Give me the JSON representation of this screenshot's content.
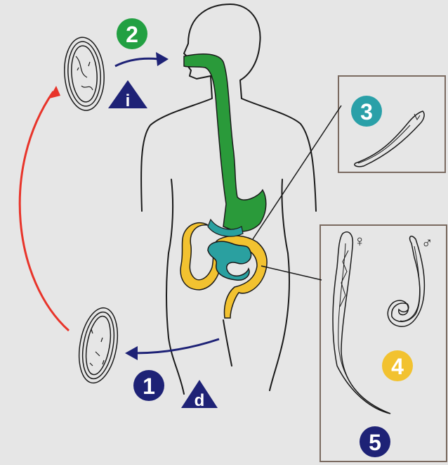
{
  "colors": {
    "background": "#e6e6e6",
    "outline": "#1a1a1a",
    "stomach_green": "#2a9a3a",
    "small_intestine_teal": "#2aa0a0",
    "colon_yellow": "#f2c230",
    "egg_arrow_red": "#e8342a",
    "path_navy": "#1e2276",
    "panel_border": "#7a6a60"
  },
  "stages": {
    "s1": "1",
    "s2": "2",
    "s3": "3",
    "s4": "4",
    "s5": "5"
  },
  "badge_colors": {
    "s1": "#1e2276",
    "s2": "#22a042",
    "s3": "#2aa0a8",
    "s4": "#f2c230",
    "s5": "#1e2276"
  },
  "markers": {
    "infective": "i",
    "diagnostic": "d"
  },
  "symbols": {
    "female": "♀",
    "male": "♂"
  }
}
